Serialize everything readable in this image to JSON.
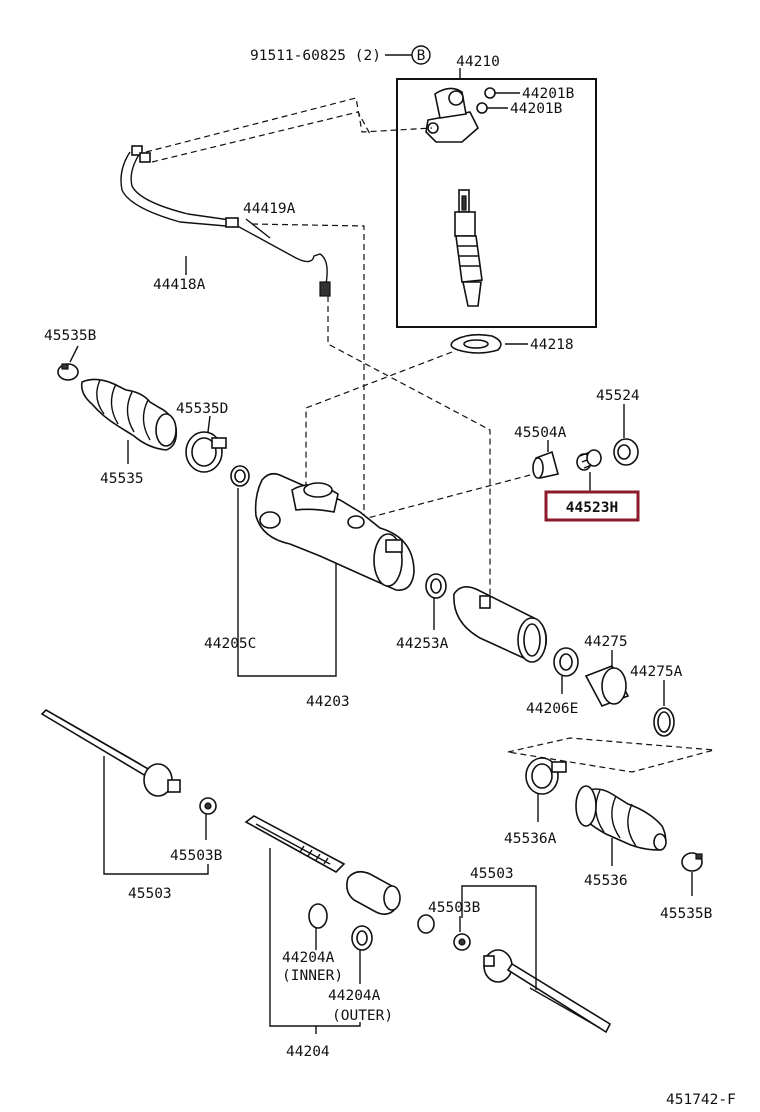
{
  "labels": {
    "bolt_ref": "91511-60825 (2)",
    "bolt_circle": "B",
    "valve_housing": "44210",
    "nut_a": "44201B",
    "nut_b": "44201B",
    "tube_419": "44419A",
    "tube_418": "44418A",
    "gasket": "44218",
    "clamp_l1": "45535B",
    "clamp_d": "45535D",
    "boot_l": "45535",
    "bushing_504": "45504A",
    "cap_524": "45524",
    "spring_523": "44523H",
    "seal_205": "44205C",
    "seal_253": "44253A",
    "housing": "44203",
    "bush_275": "44275",
    "ring_275": "44275A",
    "oring_206": "44206E",
    "clamp_536a": "45536A",
    "boot_r": "45536",
    "clamp_r": "45535B",
    "tie_rod_l": "45503",
    "lock_l": "45503B",
    "tie_rod_r": "45503",
    "lock_r": "45503B",
    "seal_inner": "44204A",
    "seal_inner_sub": "(INNER)",
    "seal_outer": "44204A",
    "seal_outer_sub": "(OUTER)",
    "rack": "44204",
    "diagram_code": "451742-F"
  },
  "highlight_part": "44523H",
  "colors": {
    "highlight": "#8b1a2b",
    "ink": "#111111"
  }
}
